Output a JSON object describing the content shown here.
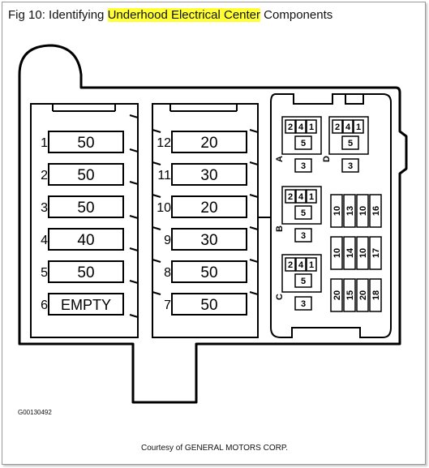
{
  "title": {
    "prefix": "Fig 10: Identifying ",
    "highlight": "Underhood Electrical Center",
    "suffix": " Components"
  },
  "figure_id": "G00130492",
  "credit": "Courtesy of GENERAL MOTORS CORP.",
  "left_column": [
    {
      "position": "1",
      "value": "50"
    },
    {
      "position": "2",
      "value": "50"
    },
    {
      "position": "3",
      "value": "50"
    },
    {
      "position": "4",
      "value": "40"
    },
    {
      "position": "5",
      "value": "50"
    },
    {
      "position": "6",
      "value": "EMPTY"
    }
  ],
  "middle_column": [
    {
      "position": "12",
      "value": "20"
    },
    {
      "position": "11",
      "value": "30"
    },
    {
      "position": "10",
      "value": "20"
    },
    {
      "position": "9",
      "value": "30"
    },
    {
      "position": "8",
      "value": "50"
    },
    {
      "position": "7",
      "value": "50"
    }
  ],
  "relay_blocks": [
    {
      "letter": "A",
      "top": [
        "2",
        "4",
        "1"
      ],
      "middle": "5",
      "bottom": "3"
    },
    {
      "letter": "D",
      "top": [
        "2",
        "4",
        "1"
      ],
      "middle": "5",
      "bottom": "3"
    },
    {
      "letter": "B",
      "top": [
        "2",
        "4",
        "1"
      ],
      "middle": "5",
      "bottom": "3"
    },
    {
      "letter": "C",
      "top": [
        "2",
        "4",
        "1"
      ],
      "middle": "5",
      "bottom": "3"
    }
  ],
  "mini_fuses": [
    {
      "left": "10",
      "right": "13"
    },
    {
      "left": "10",
      "right": "16"
    },
    {
      "left": "10",
      "right": "14"
    },
    {
      "left": "10",
      "right": "17"
    },
    {
      "left": "20",
      "right": "15"
    },
    {
      "left": "20",
      "right": "18"
    }
  ]
}
